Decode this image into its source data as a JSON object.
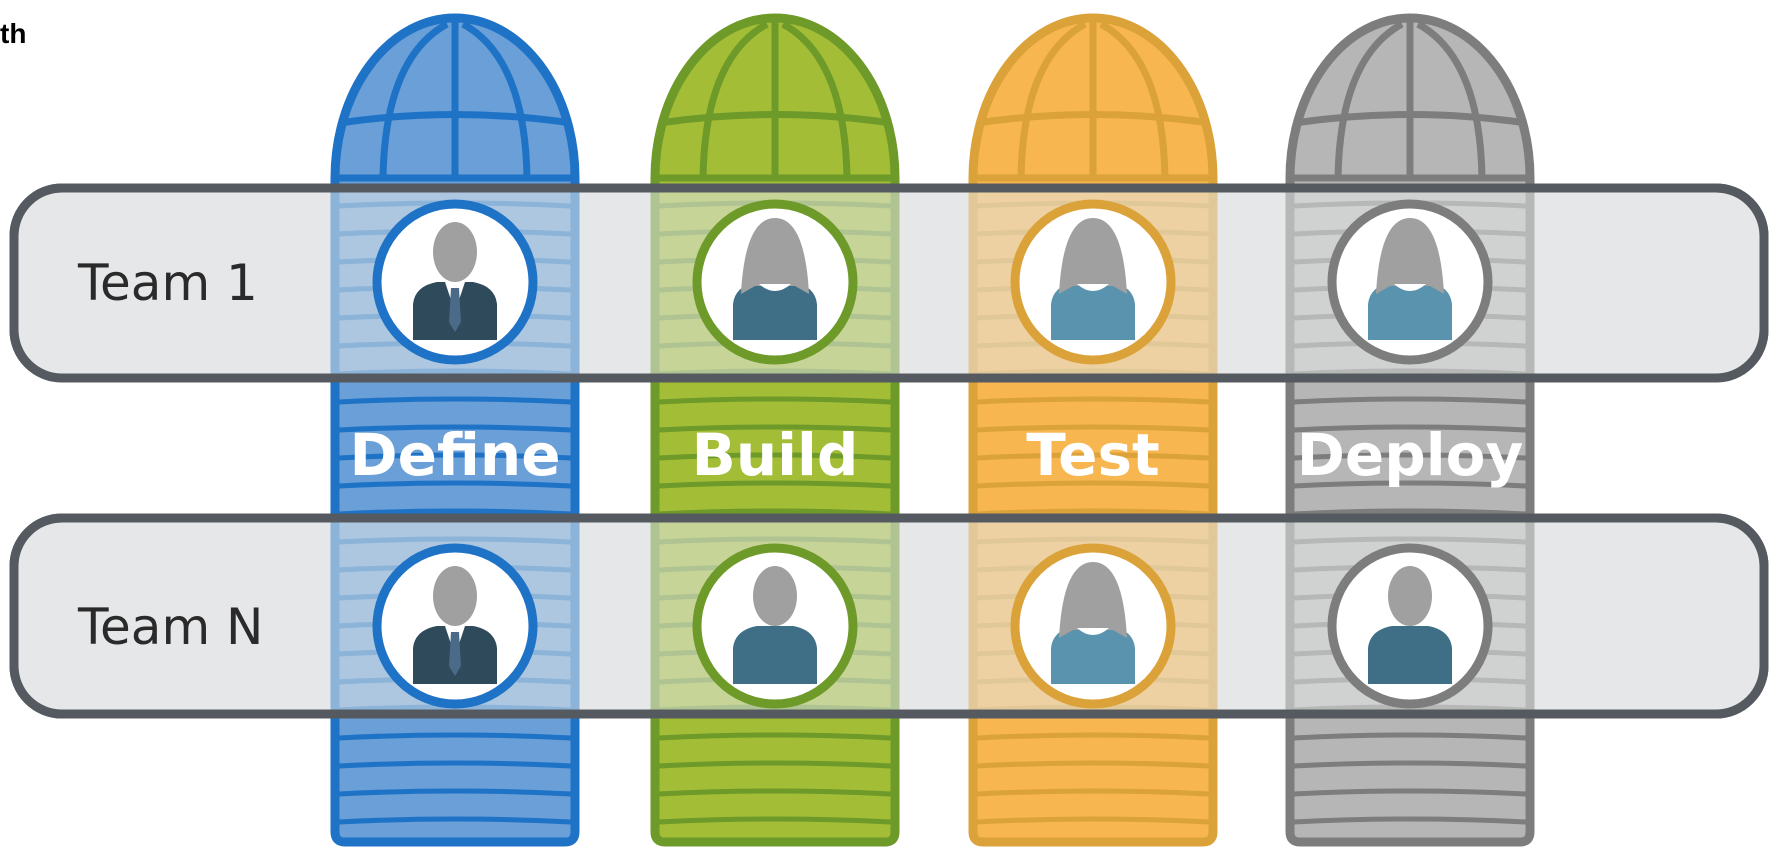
{
  "corner_text": "th",
  "teams": [
    {
      "label": "Team 1"
    },
    {
      "label": "Team N"
    }
  ],
  "stages": [
    {
      "label": "Define",
      "fill": "#6a9fd8",
      "stroke": "#1f73c6",
      "members": [
        {
          "icon": "man-suit-icon",
          "shirt": "#2f4a5a"
        },
        {
          "icon": "man-suit-icon",
          "shirt": "#2f4a5a"
        }
      ]
    },
    {
      "label": "Build",
      "fill": "#a3bd37",
      "stroke": "#6e9a2a",
      "members": [
        {
          "icon": "woman-icon",
          "shirt": "#3f6f86"
        },
        {
          "icon": "person-icon",
          "shirt": "#3f6f86"
        }
      ]
    },
    {
      "label": "Test",
      "fill": "#f7b64f",
      "stroke": "#dba23a",
      "members": [
        {
          "icon": "woman-icon",
          "shirt": "#5a93ad"
        },
        {
          "icon": "woman-icon",
          "shirt": "#5a93ad"
        }
      ]
    },
    {
      "label": "Deploy",
      "fill": "#b6b6b6",
      "stroke": "#7d7d7d",
      "members": [
        {
          "icon": "woman-icon",
          "shirt": "#5a93ad"
        },
        {
          "icon": "person-icon",
          "shirt": "#3f6f86"
        }
      ]
    }
  ],
  "colors": {
    "band_fill": "#e6e7e8",
    "band_stroke": "#555a60",
    "avatar_head": "#a0a0a0",
    "avatar_bg": "#ffffff"
  }
}
